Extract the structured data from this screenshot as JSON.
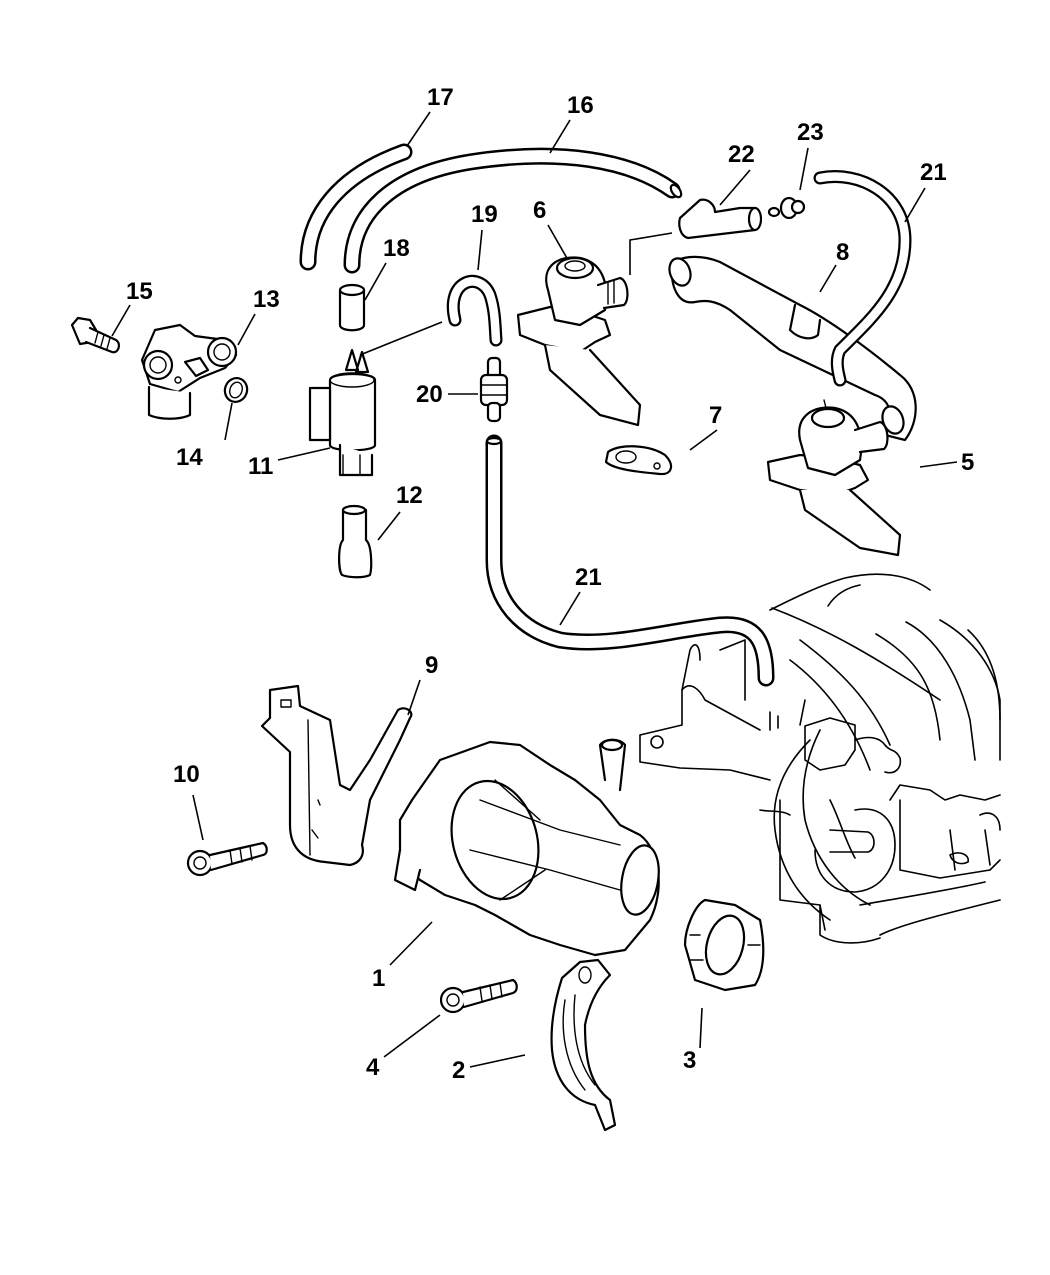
{
  "diagram": {
    "title": "Secondary Air Injection System – exploded parts view",
    "background_color": "#ffffff",
    "line_color": "#000000",
    "callouts": [
      {
        "id": "c1",
        "label": "1",
        "part": "air-pump"
      },
      {
        "id": "c2",
        "label": "2",
        "part": "pump-mounting-bracket-lower"
      },
      {
        "id": "c3",
        "label": "3",
        "part": "pump-isolator"
      },
      {
        "id": "c4",
        "label": "4",
        "part": "pump-bolt"
      },
      {
        "id": "c5",
        "label": "5",
        "part": "check-valve-right"
      },
      {
        "id": "c6",
        "label": "6",
        "part": "check-valve-left"
      },
      {
        "id": "c7",
        "label": "7",
        "part": "valve-gasket"
      },
      {
        "id": "c8",
        "label": "8",
        "part": "air-tube"
      },
      {
        "id": "c9",
        "label": "9",
        "part": "pump-mounting-bracket-upper"
      },
      {
        "id": "c10",
        "label": "10",
        "part": "bracket-bolt"
      },
      {
        "id": "c11",
        "label": "11",
        "part": "solenoid-valve"
      },
      {
        "id": "c12",
        "label": "12",
        "part": "solenoid-connector"
      },
      {
        "id": "c13",
        "label": "13",
        "part": "sensor-body"
      },
      {
        "id": "c14",
        "label": "14",
        "part": "o-ring"
      },
      {
        "id": "c15",
        "label": "15",
        "part": "sensor-bolt"
      },
      {
        "id": "c16",
        "label": "16",
        "part": "hose-long"
      },
      {
        "id": "c17",
        "label": "17",
        "part": "hose-short"
      },
      {
        "id": "c18",
        "label": "18",
        "part": "hose-connector"
      },
      {
        "id": "c19",
        "label": "19",
        "part": "vacuum-hose-bent"
      },
      {
        "id": "c20",
        "label": "20",
        "part": "inline-check-valve"
      },
      {
        "id": "c21a",
        "label": "21",
        "part": "vacuum-hose-upper"
      },
      {
        "id": "c21b",
        "label": "21",
        "part": "vacuum-hose-lower"
      },
      {
        "id": "c22",
        "label": "22",
        "part": "tee-connector"
      },
      {
        "id": "c23",
        "label": "23",
        "part": "vacuum-fitting"
      }
    ]
  }
}
